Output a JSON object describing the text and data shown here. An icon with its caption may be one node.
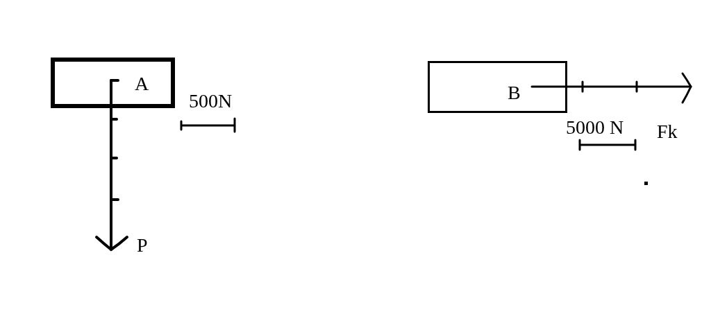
{
  "diagram": {
    "nodes": [
      {
        "text": [
          "A"
        ]
      },
      {
        "text": [
          "B"
        ]
      }
    ],
    "labels": [
      "500N",
      "P",
      "5000 N",
      "Fk"
    ]
  }
}
